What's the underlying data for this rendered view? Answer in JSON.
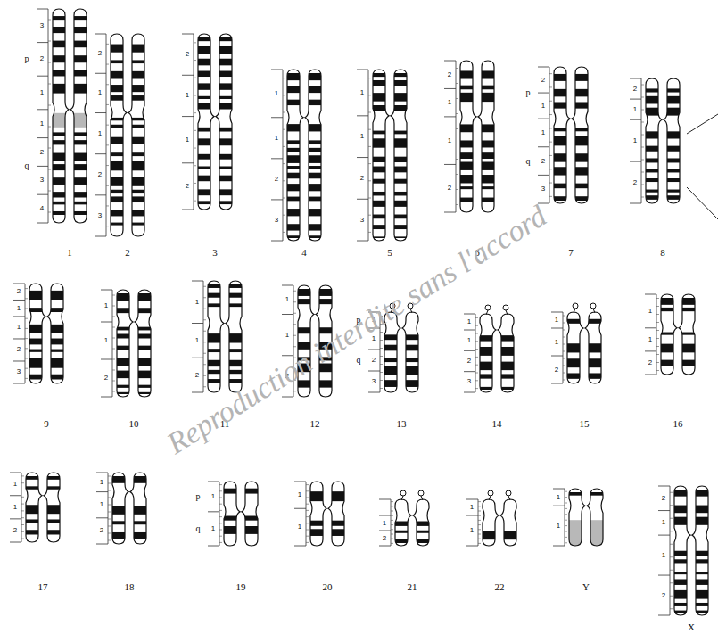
{
  "diagram": {
    "labels": [
      "1",
      "p",
      "q",
      "3",
      "2",
      "1",
      "1",
      "2",
      "3",
      "4",
      "2",
      "2",
      "1",
      "1",
      "2",
      "3",
      "3",
      "2",
      "1",
      "1",
      "2",
      "4",
      "1",
      "1",
      "2",
      "3",
      "5",
      "1",
      "1",
      "2",
      "3",
      "6",
      "2",
      "1",
      "1",
      "2",
      "7",
      "p",
      "q",
      "2",
      "1",
      "1",
      "2",
      "3",
      "8",
      "2",
      "1",
      "1",
      "2",
      "9",
      "2",
      "1",
      "1",
      "2",
      "3",
      "10",
      "1",
      "1",
      "2",
      "11",
      "1",
      "1",
      "2",
      "12",
      "1",
      "1",
      "2",
      "13",
      "p",
      "q",
      "1",
      "1",
      "2",
      "3",
      "14",
      "1",
      "1",
      "2",
      "3",
      "15",
      "1",
      "1",
      "2",
      "16",
      "1",
      "1",
      "2",
      "17",
      "1",
      "1",
      "2",
      "18",
      "1",
      "1",
      "2",
      "19",
      "p",
      "q",
      "1",
      "1",
      "20",
      "1",
      "1",
      "21",
      "1",
      "2",
      "22",
      "1",
      "1",
      "Y",
      "1",
      "1",
      "X",
      "2",
      "1",
      "1",
      "2",
      "Reproduction interdite sans l'accord"
    ]
  }
}
